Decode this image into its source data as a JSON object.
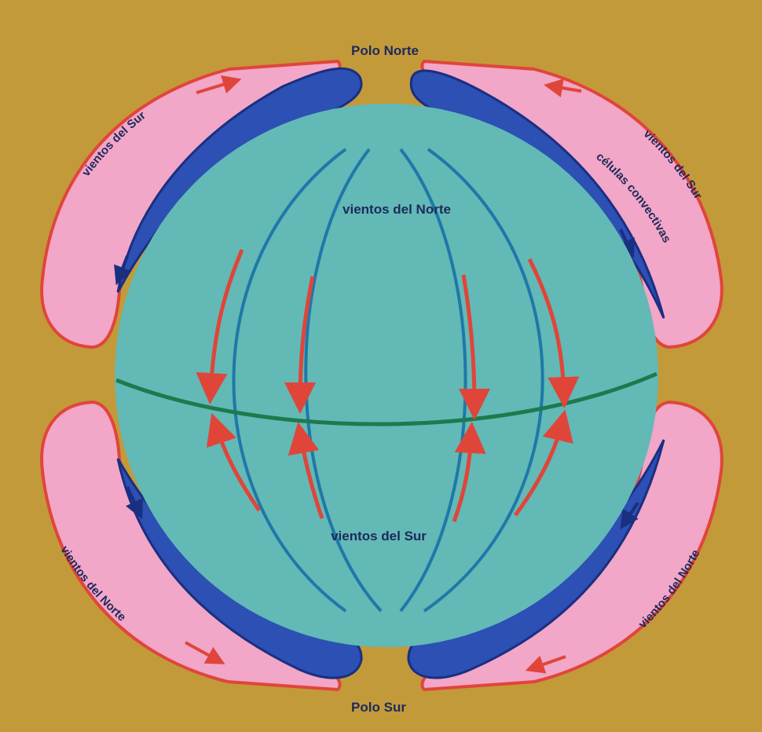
{
  "labels": {
    "north_pole": "Polo Norte",
    "south_pole": "Polo Sur",
    "winds_north_center": "vientos del Norte",
    "winds_south_center": "vientos del Sur",
    "winds_upper_left": "vientos del Sur",
    "winds_upper_right": "vientos del Sur",
    "convective_cells": "células convectivas",
    "winds_lower_left": "vientos del Norte",
    "winds_lower_right": "vientos del Norte"
  },
  "colors": {
    "background": "#c39a3a",
    "globe": "#62b9b6",
    "meridian": "#1f78a8",
    "equator": "#1e7a4c",
    "wind_arrow": "#e0453a",
    "cell_pink": "#f2a6c8",
    "cell_blue": "#2c50b4",
    "cell_outline": "#1a2f80",
    "label": "#1d2a5a"
  }
}
